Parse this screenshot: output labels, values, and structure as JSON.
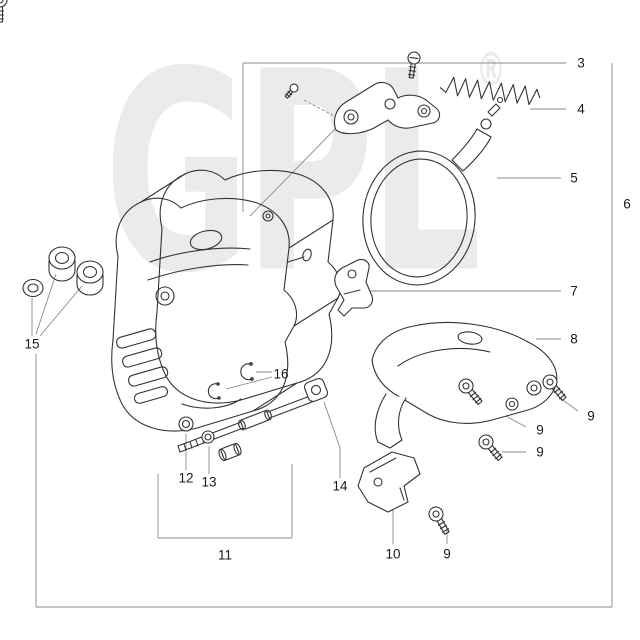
{
  "watermark": {
    "text": "GPL",
    "registered_mark": "®",
    "color": "#ebebeb"
  },
  "drawing": {
    "line_color": "#333333",
    "leader_color": "#8a8a8a",
    "background": "#ffffff"
  },
  "callouts": [
    {
      "id": "3",
      "text": "3"
    },
    {
      "id": "4",
      "text": "4"
    },
    {
      "id": "5",
      "text": "5"
    },
    {
      "id": "6",
      "text": "6"
    },
    {
      "id": "7",
      "text": "7"
    },
    {
      "id": "8",
      "text": "8"
    },
    {
      "id": "9-right",
      "text": "9"
    },
    {
      "id": "9-mid",
      "text": "9"
    },
    {
      "id": "9-lower",
      "text": "9"
    },
    {
      "id": "15",
      "text": "15"
    },
    {
      "id": "16",
      "text": "16"
    },
    {
      "id": "12",
      "text": "12"
    },
    {
      "id": "13",
      "text": "13"
    },
    {
      "id": "14",
      "text": "14"
    },
    {
      "id": "11",
      "text": "11"
    },
    {
      "id": "10",
      "text": "10"
    },
    {
      "id": "9-bottom",
      "text": "9"
    }
  ]
}
